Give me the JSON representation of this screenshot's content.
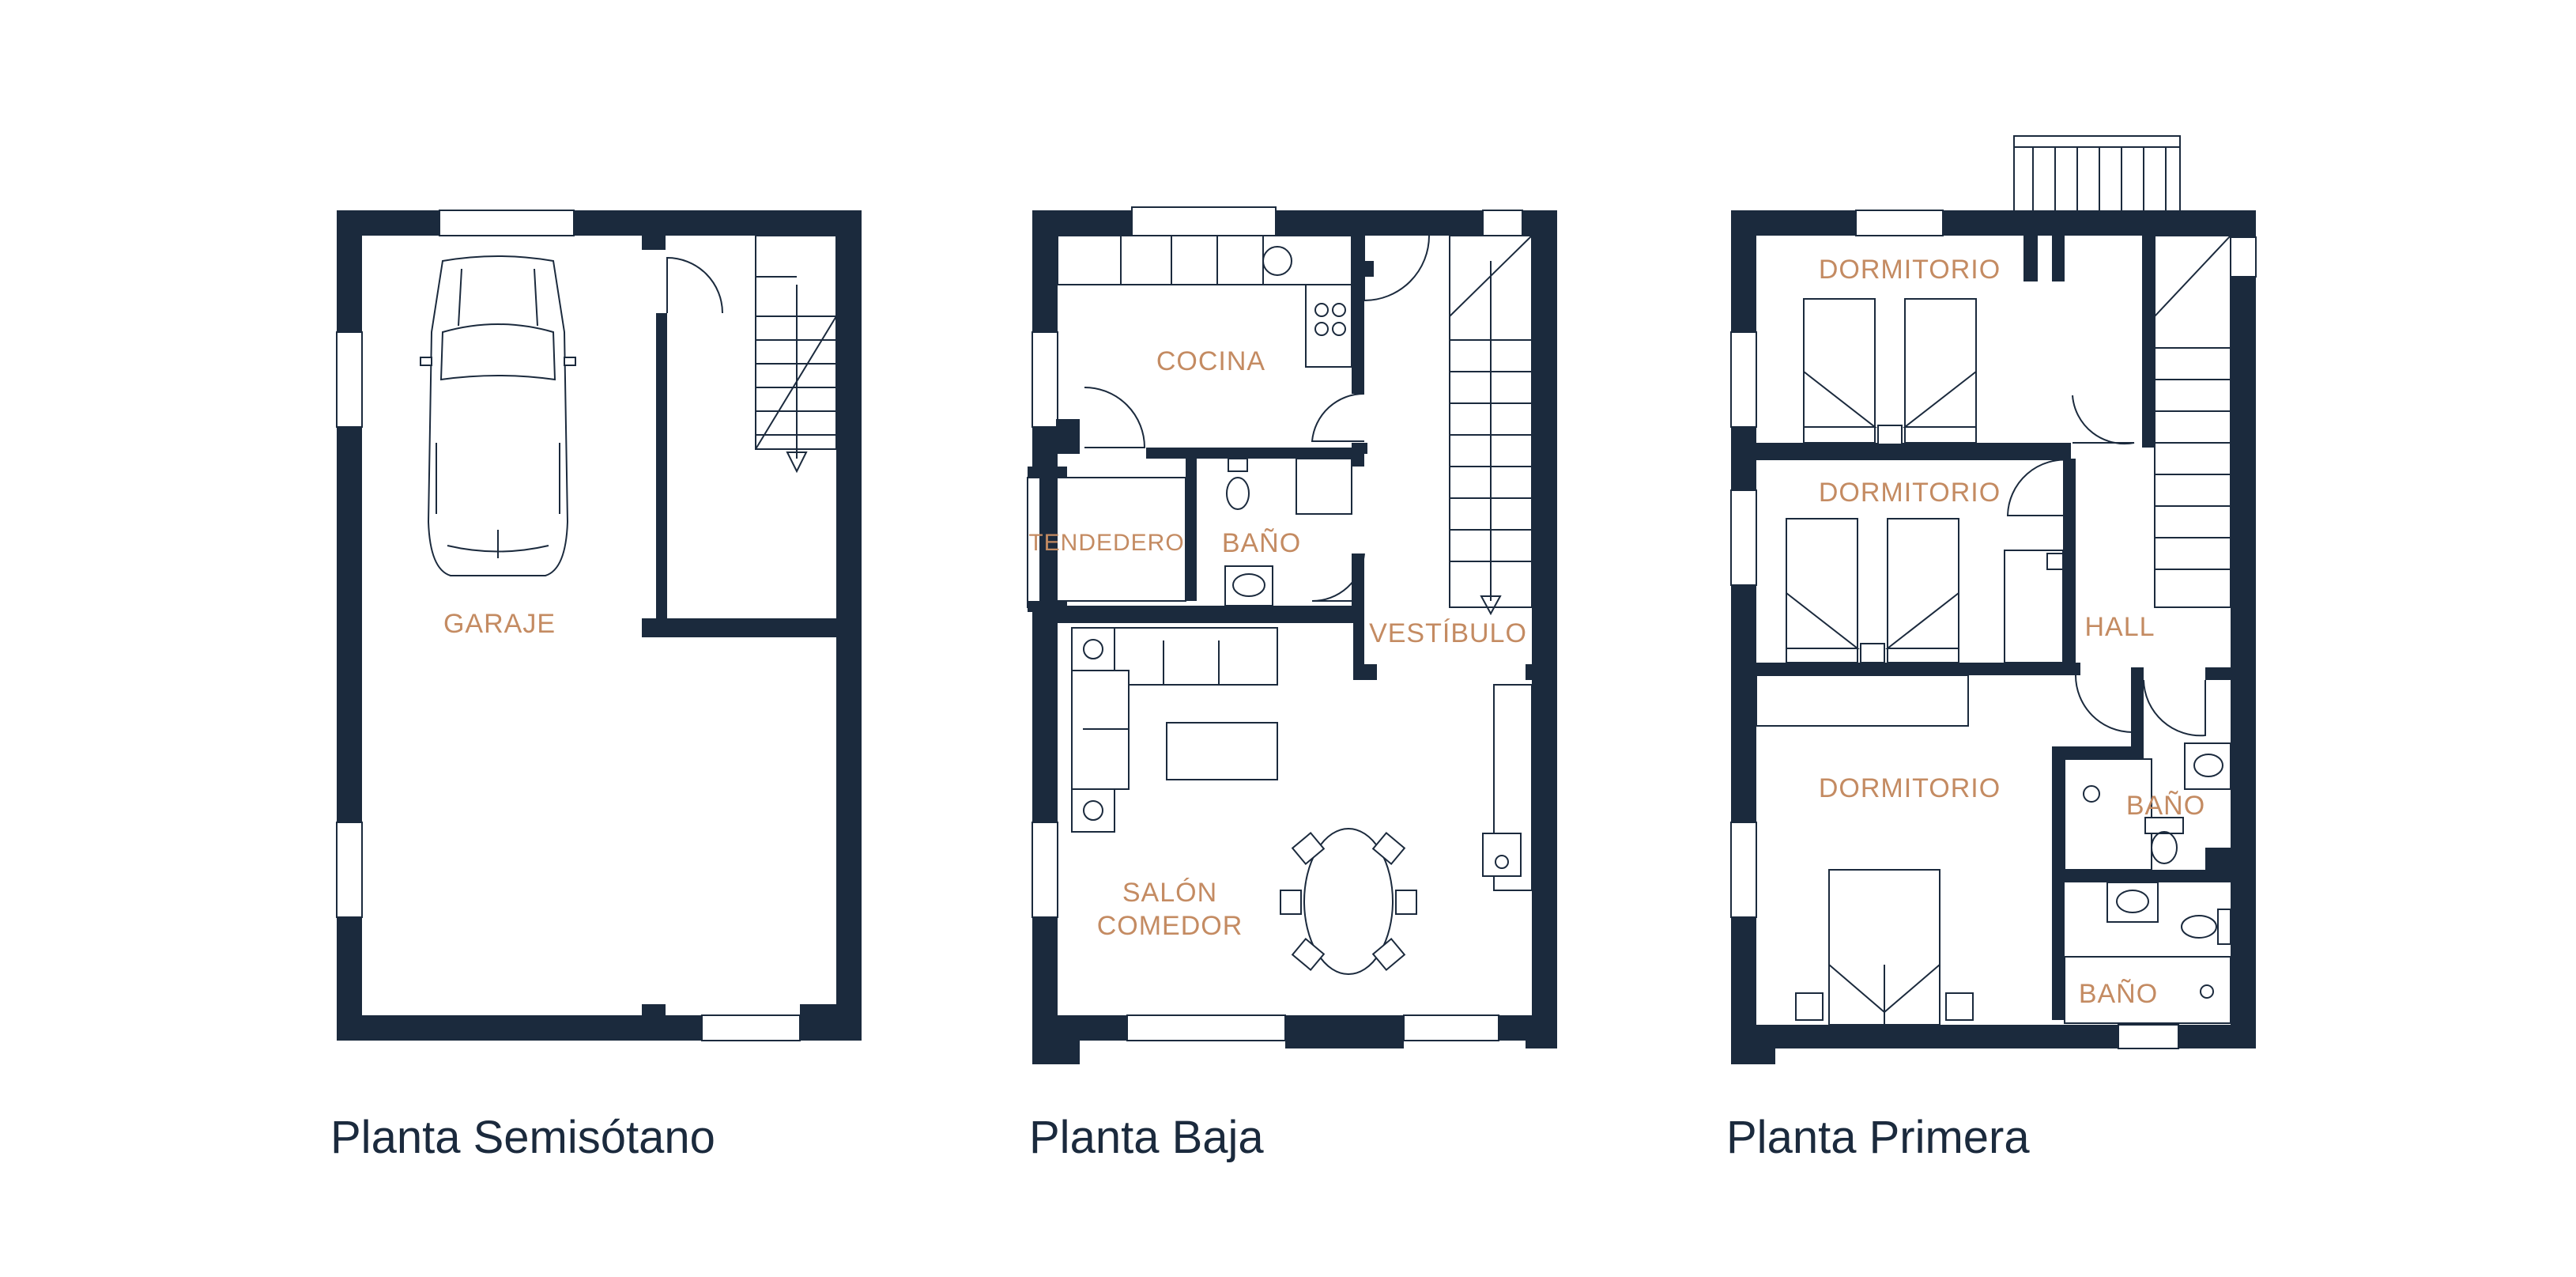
{
  "palette": {
    "wall": "#1b2a3d",
    "label": "#c48b62",
    "background": "#ffffff"
  },
  "floors": [
    {
      "title": "Planta Semisótano",
      "rooms": [
        {
          "label": "GARAJE"
        }
      ]
    },
    {
      "title": "Planta Baja",
      "rooms": [
        {
          "label": "COCINA"
        },
        {
          "label": "TENDEDERO"
        },
        {
          "label": "BAÑO"
        },
        {
          "label": "VESTÍBULO"
        },
        {
          "label": "SALÓN"
        },
        {
          "label": "COMEDOR"
        }
      ]
    },
    {
      "title": "Planta Primera",
      "rooms": [
        {
          "label": "DORMITORIO"
        },
        {
          "label": "DORMITORIO"
        },
        {
          "label": "HALL"
        },
        {
          "label": "DORMITORIO"
        },
        {
          "label": "BAÑO"
        },
        {
          "label": "BAÑO"
        }
      ]
    }
  ]
}
